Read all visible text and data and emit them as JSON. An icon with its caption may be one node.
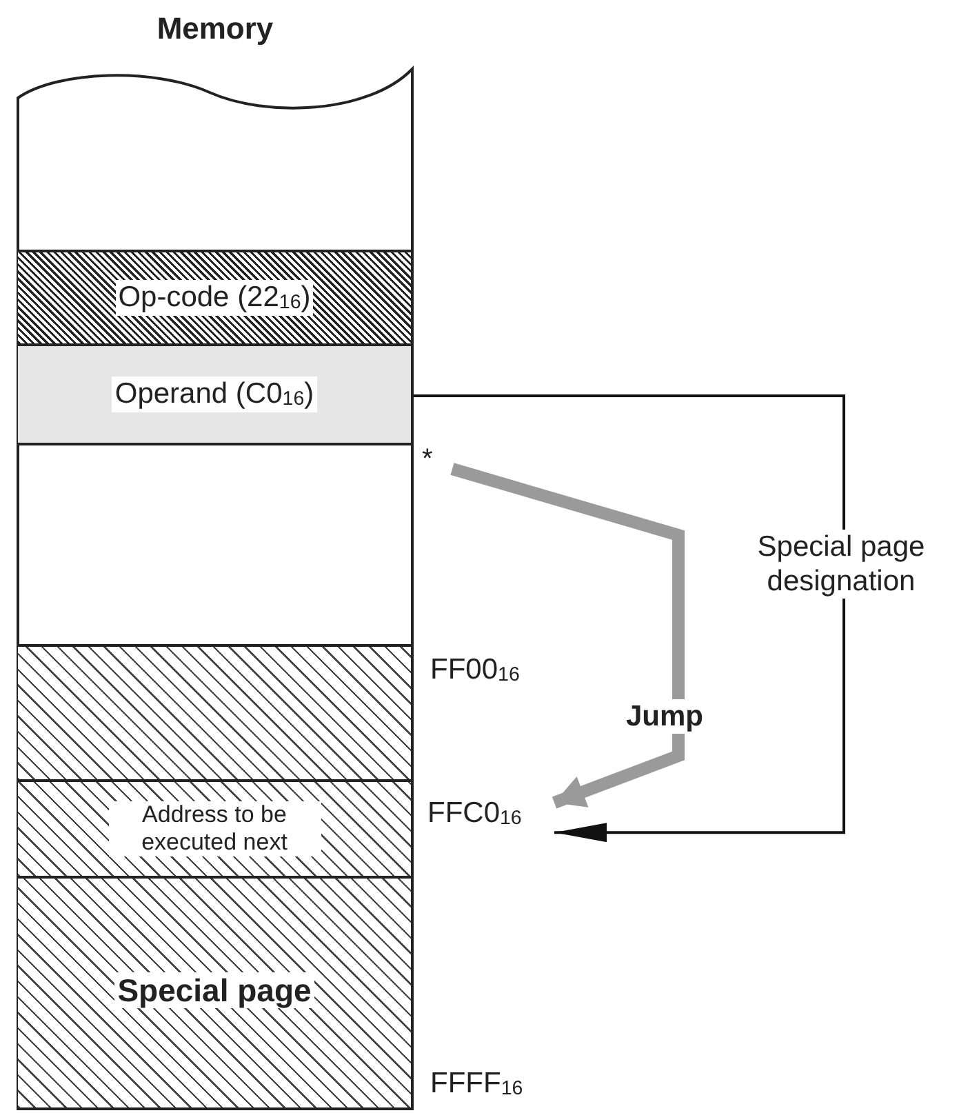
{
  "diagram": {
    "nodes": [
      {
        "text": [
          "Memory"
        ]
      },
      {
        "text": [
          "Op-code (22$_{16}$)"
        ],
        "in": 0
      },
      {
        "text": [
          "Operand (C0$_{16}$)"
        ],
        "in": 0
      },
      {
        "text": [
          "Special page"
        ],
        "in": 0
      },
      {
        "text": [
          "Address to be executed next"
        ],
        "in": 3
      },
      {
        "text": [
          "*"
        ]
      },
      {
        "text": [
          "FFC0$_{16}$"
        ]
      }
    ],
    "edges": [
      {
        "from": 2,
        "to": 6,
        "arrow": "to",
        "label": "Special page designation"
      },
      {
        "from": 5,
        "to": 6,
        "arrow": "to",
        "label": "Jump",
        "style": "thick",
        "color": "#9a9a9a"
      }
    ],
    "labels": [
      "FF00$_{16}$",
      "FFFF$_{16}$"
    ]
  }
}
